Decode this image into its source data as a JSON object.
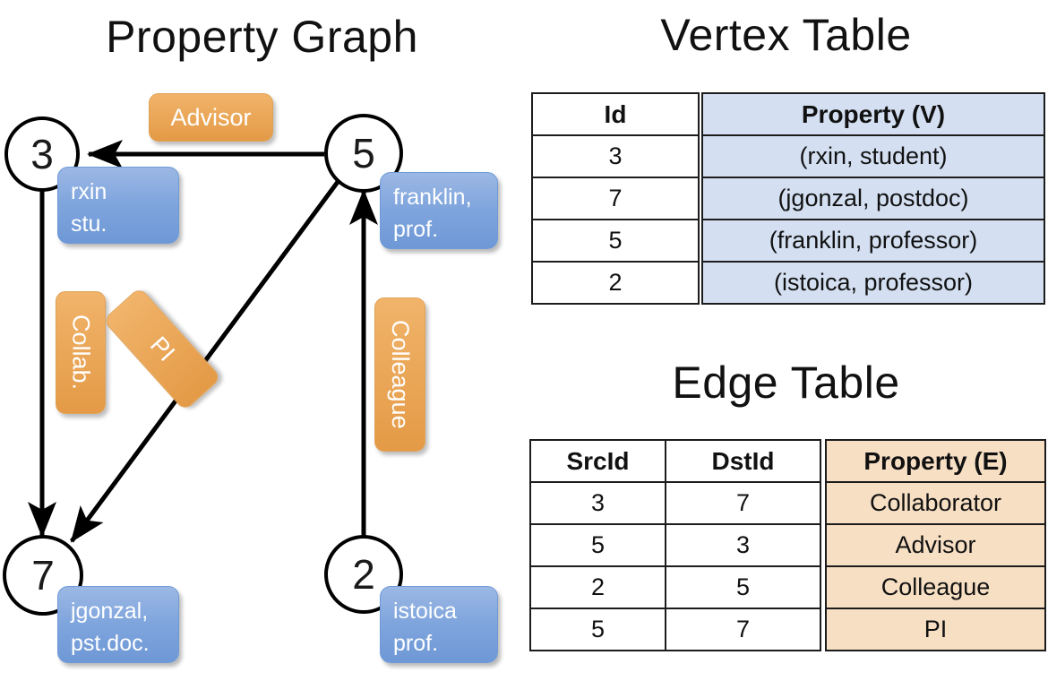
{
  "titles": {
    "property_graph": "Property Graph",
    "vertex_table": "Vertex Table",
    "edge_table": "Edge Table"
  },
  "colors": {
    "vertex_property_fill": "#d4e0f2",
    "edge_property_fill": "#f7dfc4",
    "node_property_box": "#7fa5dd",
    "edge_label_box": "#eba85a",
    "stroke": "#000000"
  },
  "graph": {
    "nodes": [
      {
        "id": "3",
        "property": "rxin\nstu."
      },
      {
        "id": "5",
        "property": "franklin,\nprof."
      },
      {
        "id": "7",
        "property": "jgonzal,\npst.doc."
      },
      {
        "id": "2",
        "property": "istoica\nprof."
      }
    ],
    "node_labels": {
      "n3": "3",
      "n5": "5",
      "n7": "7",
      "n2": "2"
    },
    "property_boxes": {
      "rxin_line1": "rxin",
      "rxin_line2": "stu.",
      "franklin_line1": "franklin,",
      "franklin_line2": "prof.",
      "jgonzal_line1": "jgonzal,",
      "jgonzal_line2": "pst.doc.",
      "istoica_line1": "istoica",
      "istoica_line2": "prof."
    },
    "edge_labels": {
      "advisor": "Advisor",
      "collab": "Collab.",
      "pi": "PI",
      "colleague": "Colleague"
    },
    "edges": [
      {
        "src": "5",
        "dst": "3",
        "label": "Advisor"
      },
      {
        "src": "3",
        "dst": "7",
        "label": "Collab."
      },
      {
        "src": "5",
        "dst": "7",
        "label": "PI"
      },
      {
        "src": "2",
        "dst": "5",
        "label": "Colleague"
      }
    ]
  },
  "vertex_table": {
    "headers": [
      "Id",
      "Property (V)"
    ],
    "rows": [
      {
        "id": "3",
        "property": "(rxin, student)"
      },
      {
        "id": "7",
        "property": "(jgonzal, postdoc)"
      },
      {
        "id": "5",
        "property": "(franklin, professor)"
      },
      {
        "id": "2",
        "property": "(istoica, professor)"
      }
    ]
  },
  "edge_table": {
    "headers": [
      "SrcId",
      "DstId",
      "Property (E)"
    ],
    "rows": [
      {
        "src": "3",
        "dst": "7",
        "property": "Collaborator"
      },
      {
        "src": "5",
        "dst": "3",
        "property": "Advisor"
      },
      {
        "src": "2",
        "dst": "5",
        "property": "Colleague"
      },
      {
        "src": "5",
        "dst": "7",
        "property": "PI"
      }
    ]
  }
}
